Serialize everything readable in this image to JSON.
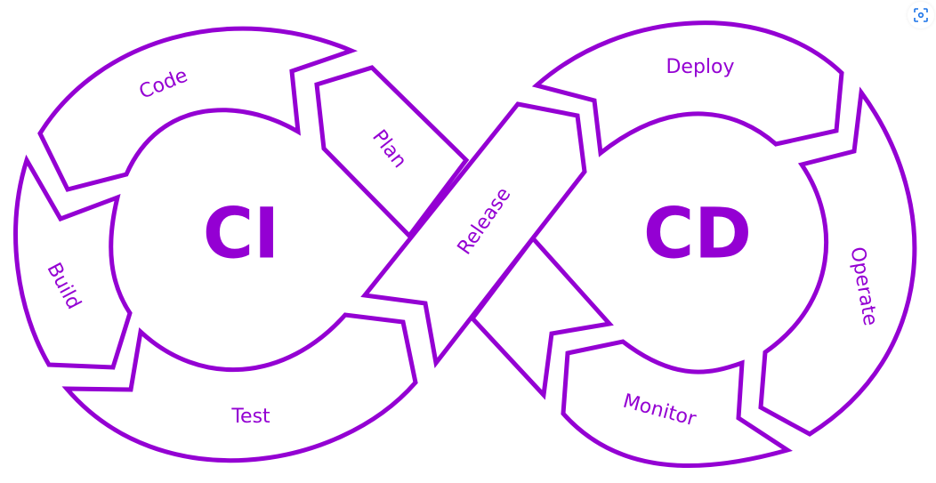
{
  "colors": {
    "accent": "#9400d3",
    "background": "#ffffff",
    "icon": "#1a73e8"
  },
  "diagram": {
    "title_left": "CI",
    "title_right": "CD",
    "stages": {
      "code": "Code",
      "build": "Build",
      "test": "Test",
      "plan": "Plan",
      "release": "Release",
      "deploy": "Deploy",
      "operate": "Operate",
      "monitor": "Monitor"
    }
  },
  "toolbar": {
    "visual_search_icon": "lens-icon"
  }
}
